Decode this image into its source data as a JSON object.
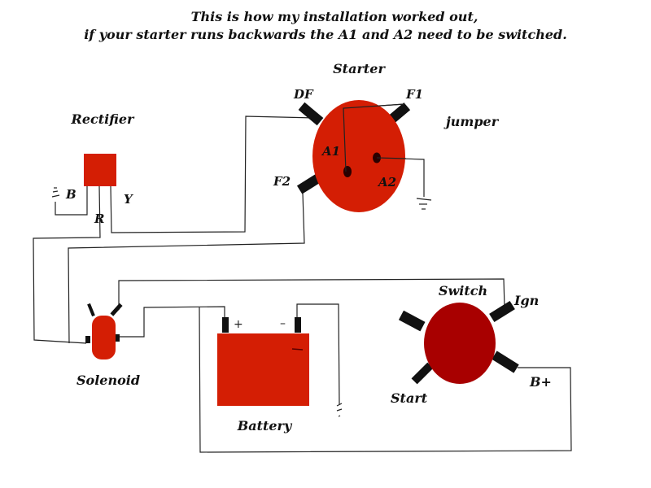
{
  "title": {
    "line1": "This is how my installation worked out,",
    "line2": "if your starter runs backwards the A1 and A2 need to be switched."
  },
  "colors": {
    "component_red": "#d41e04",
    "switch_red": "#a80000",
    "terminal_black": "#111111",
    "wire": "#222222",
    "background": "#ffffff"
  },
  "components": {
    "starter": {
      "label": "Starter",
      "terminals": {
        "df": "DF",
        "f1": "F1",
        "f2": "F2",
        "a1": "A1",
        "a2": "A2"
      },
      "jumper_label": "jumper"
    },
    "rectifier": {
      "label": "Rectifier",
      "terminals": {
        "b": "B",
        "r": "R",
        "y": "Y"
      }
    },
    "solenoid": {
      "label": "Solenoid"
    },
    "battery": {
      "label": "Battery",
      "terminals": {
        "plus": "+",
        "minus": "–"
      }
    },
    "switch": {
      "label": "Switch",
      "terminals": {
        "ign": "Ign",
        "start": "Start",
        "bplus": "B+"
      }
    }
  },
  "symbols": {
    "ground": "ground-symbol"
  }
}
